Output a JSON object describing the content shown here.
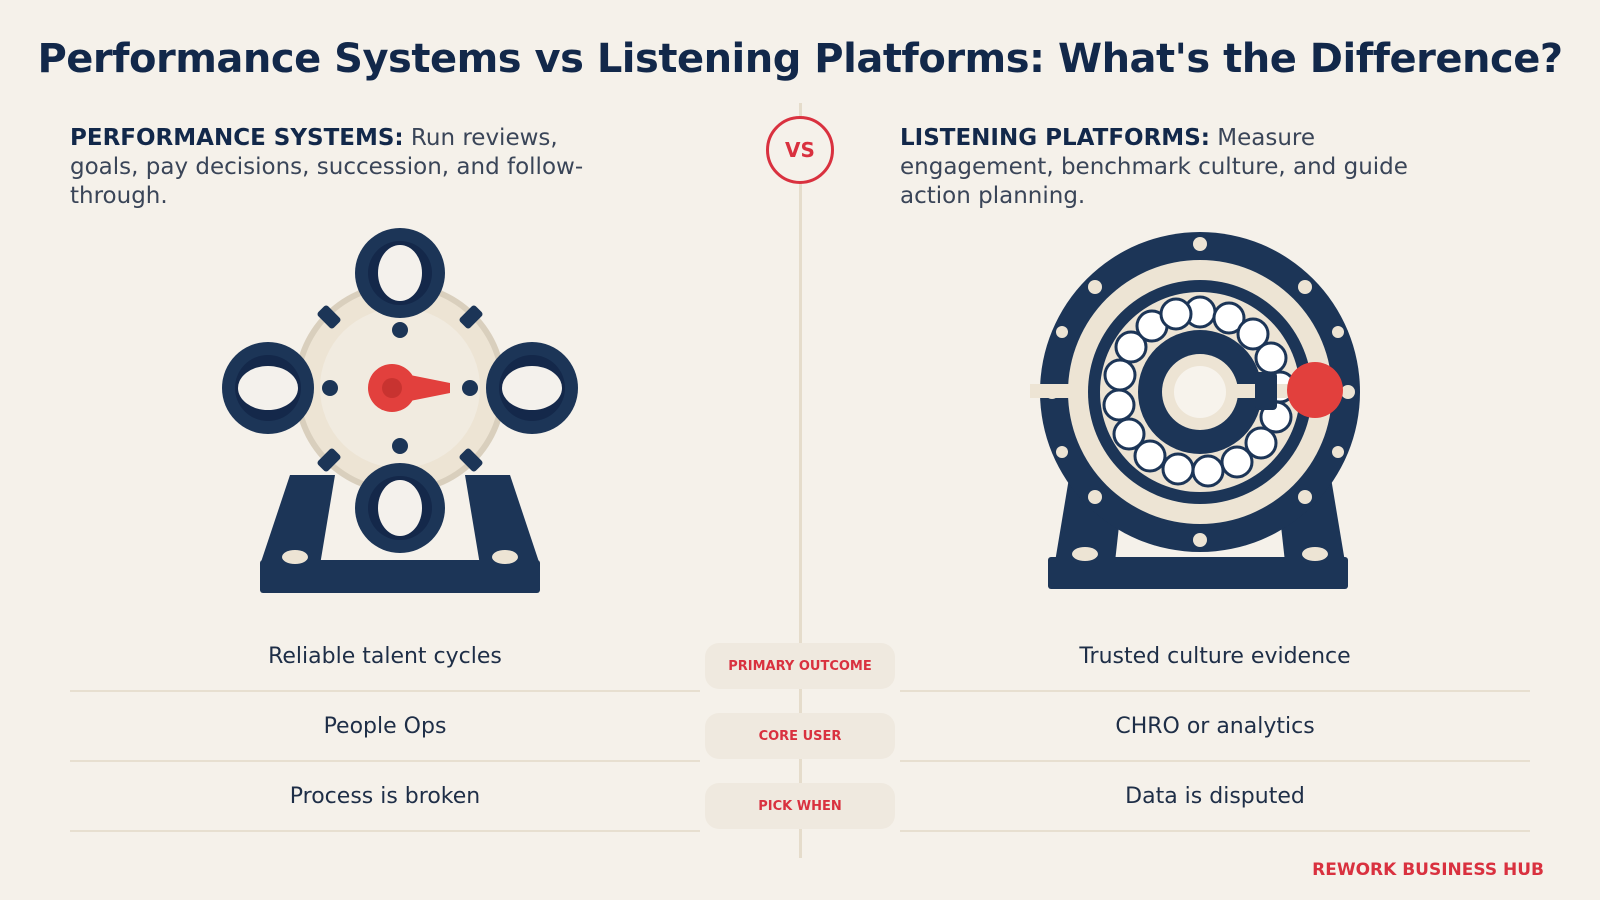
{
  "title": "Performance Systems vs Listening Platforms: What's the Difference?",
  "vs_label": "VS",
  "left": {
    "lead": "PERFORMANCE SYSTEMS:",
    "description": " Run reviews, goals, pay decisions, succession, and follow-through."
  },
  "right": {
    "lead": "LISTENING PLATFORMS:",
    "description": " Measure engagement, benchmark culture, and guide action planning."
  },
  "comparison": [
    {
      "label": "PRIMARY OUTCOME",
      "left": "Reliable talent cycles",
      "right": "Trusted culture evidence"
    },
    {
      "label": "CORE USER",
      "left": "People Ops",
      "right": "CHRO or analytics"
    },
    {
      "label": "PICK WHEN",
      "left": "Process is broken",
      "right": "Data is disputed"
    }
  ],
  "brand": "REWORK BUSINESS HUB",
  "colors": {
    "navy": "#1c3557",
    "cream": "#ede4d4",
    "accent_red": "#d9313f",
    "background": "#f5f1ea"
  }
}
